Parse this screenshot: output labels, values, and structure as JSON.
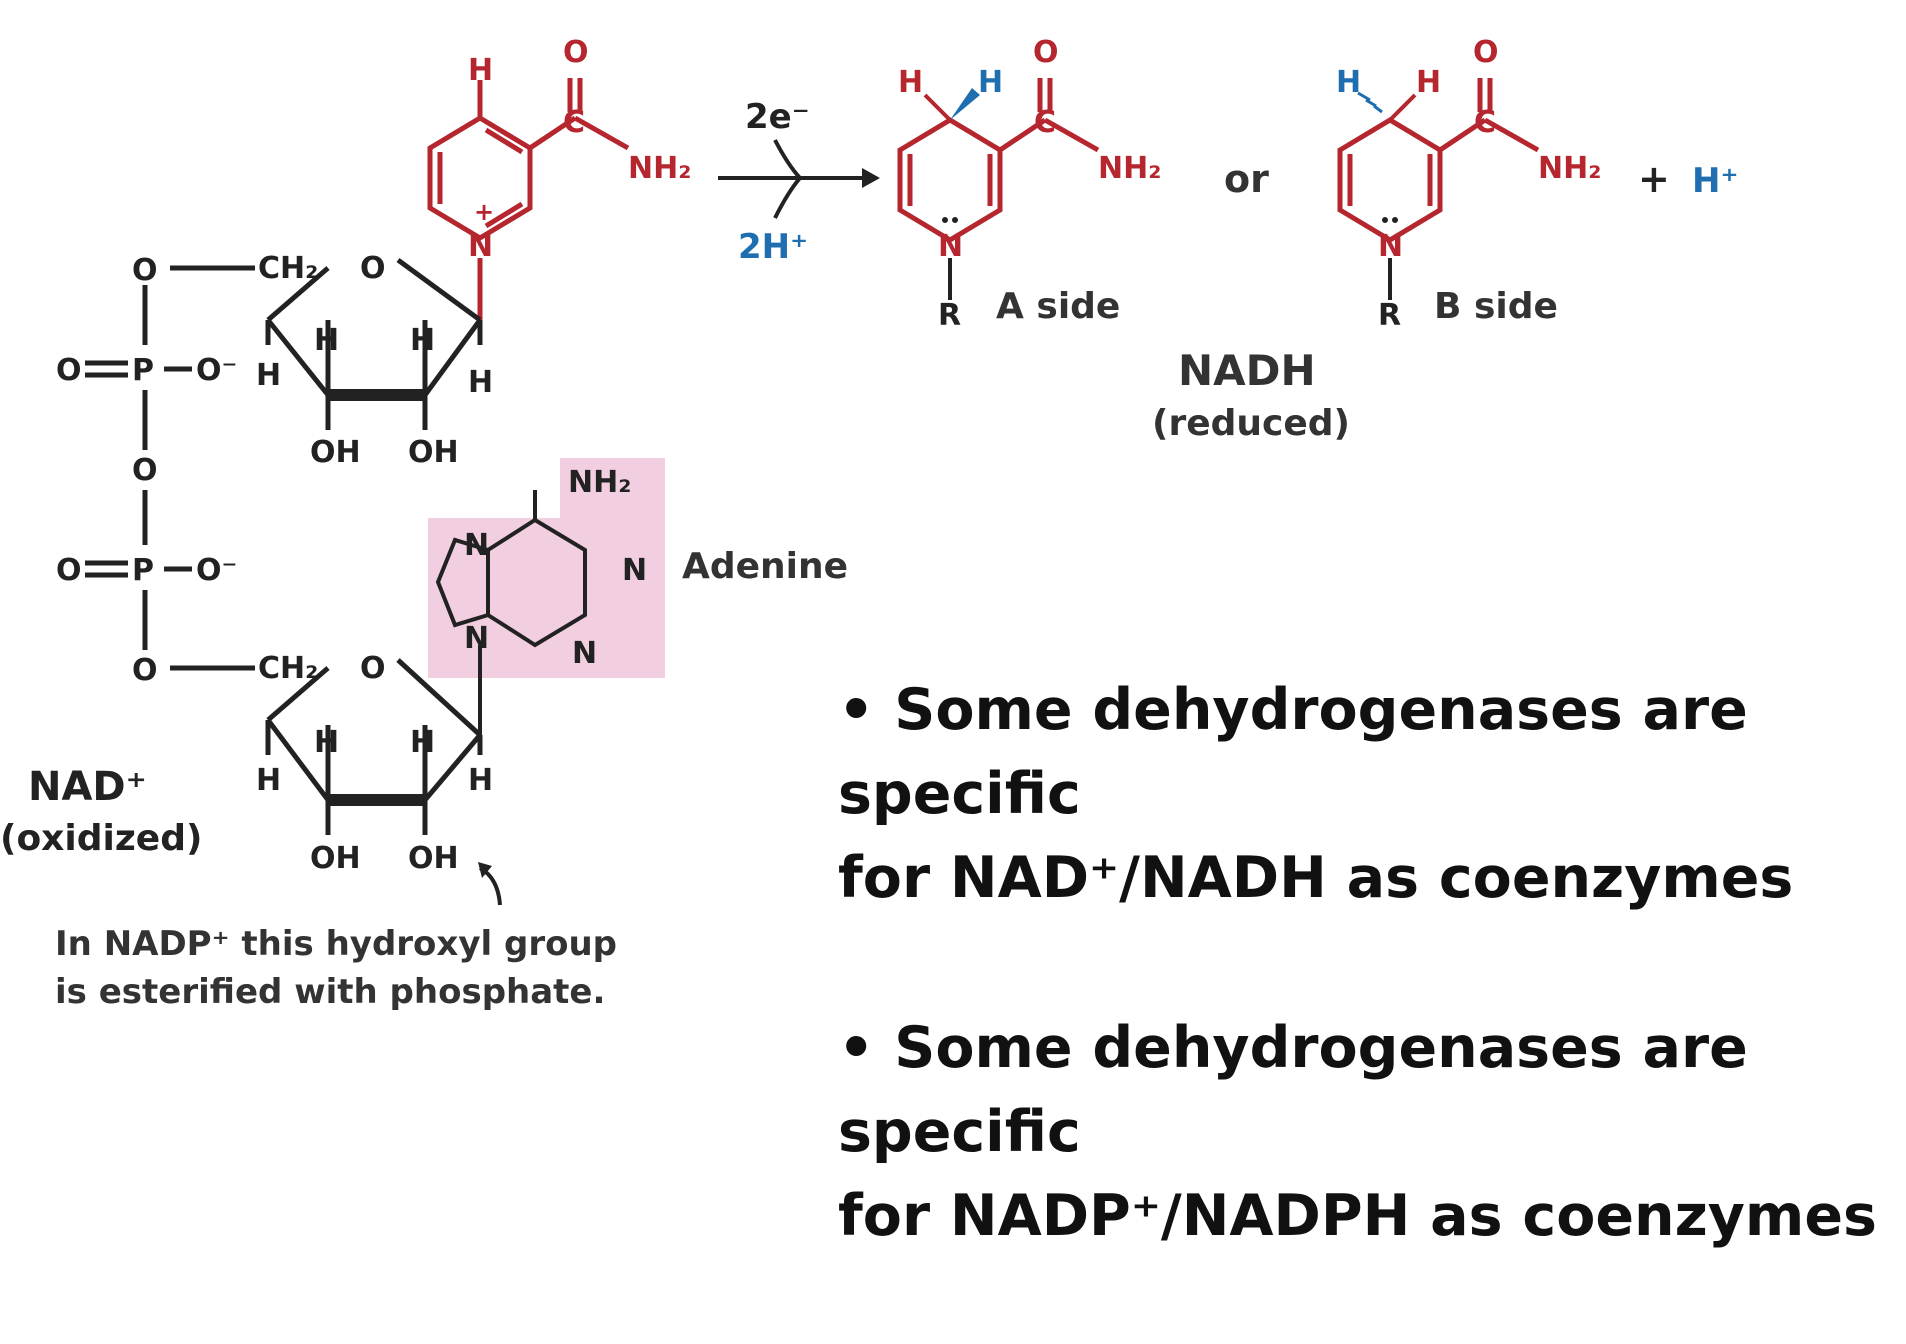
{
  "colors": {
    "red": "#b5262e",
    "blue": "#1f6fb0",
    "dark": "#222222",
    "adenine_box": "#f2cfe0"
  },
  "reaction": {
    "electrons": "2e⁻",
    "protons": "2H⁺",
    "or": "or",
    "plus": "+",
    "proton_product": "H⁺"
  },
  "nad": {
    "name": "NAD⁺",
    "state": "(oxidized)"
  },
  "nadh": {
    "name": "NADH",
    "state": "(reduced)",
    "a_side": "A  side",
    "b_side": "B  side"
  },
  "adenine": {
    "label": "Adenine"
  },
  "atoms": {
    "H": "H",
    "O": "O",
    "C": "C",
    "N": "N",
    "NH2": "NH₂",
    "CH2": "CH₂",
    "P": "P",
    "OH": "OH",
    "Ominus": "O⁻",
    "R": "R",
    "plus": "+"
  },
  "note": {
    "line1": "In  NADP⁺  this  hydroxyl  group",
    "line2": "is  esterified  with  phosphate."
  },
  "bullets": [
    {
      "line1": "• Some dehydrogenases are specific",
      "line2": "for  NAD⁺/NADH as coenzymes"
    },
    {
      "line1": "• Some dehydrogenases are specific",
      "line2": "for  NADP⁺/NADPH as coenzymes"
    }
  ]
}
